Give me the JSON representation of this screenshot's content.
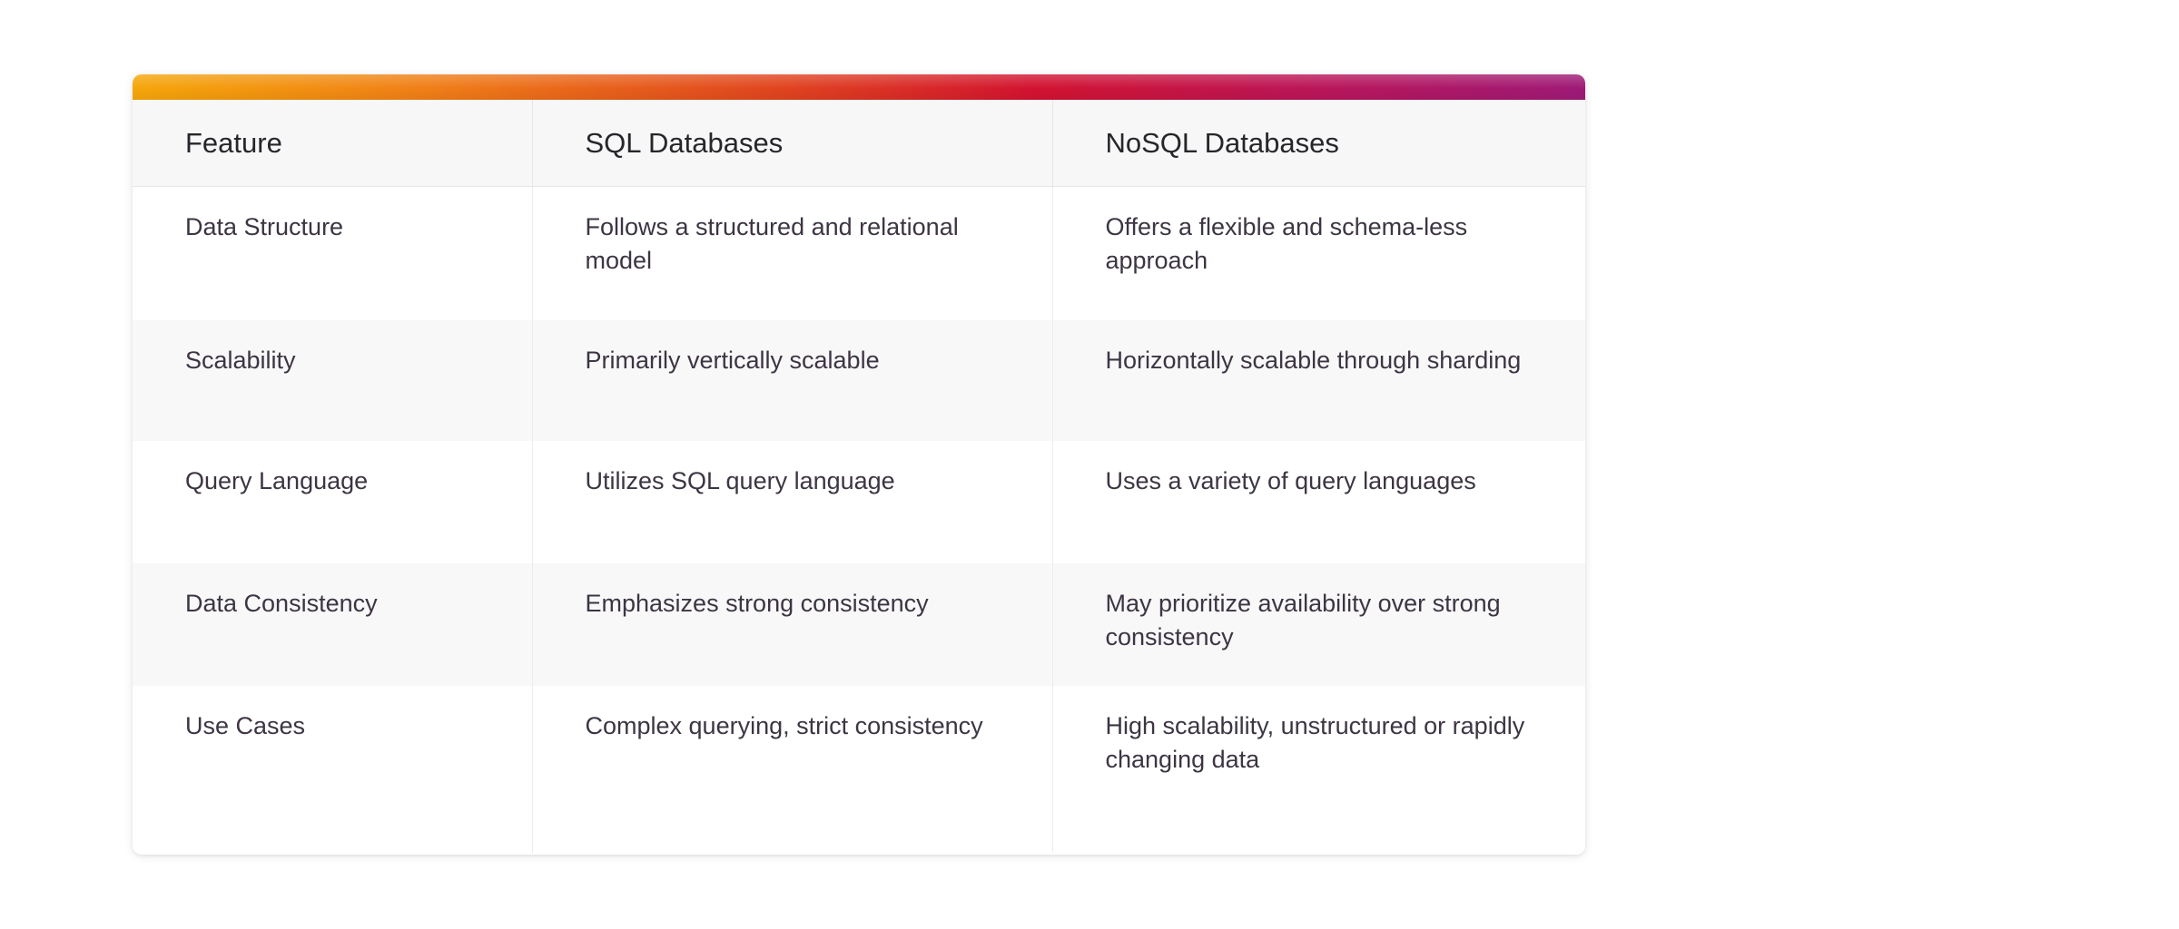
{
  "card": {
    "accent_gradient": {
      "stops": [
        "#f5a60a",
        "#f07f17",
        "#e0431f",
        "#d21330",
        "#b9165a",
        "#9e1a77"
      ],
      "direction": "left-to-right"
    },
    "background": "#ffffff",
    "header_background": "#f7f7f8",
    "alt_row_background": "#f8f8f9",
    "border_color": "#e6e6e9",
    "header_text_color": "#26262b",
    "body_text_color": "#3d3543",
    "page_background": "#ffffff"
  },
  "table": {
    "columns": [
      {
        "key": "feature",
        "label": "Feature"
      },
      {
        "key": "sql",
        "label": "SQL Databases"
      },
      {
        "key": "nosql",
        "label": "NoSQL Databases"
      }
    ],
    "rows": [
      {
        "feature": "Data Structure",
        "sql": "Follows a structured and relational model",
        "nosql": "Offers a flexible and schema-less approach"
      },
      {
        "feature": "Scalability",
        "sql": "Primarily vertically scalable",
        "nosql": "Horizontally scalable through sharding"
      },
      {
        "feature": "Query Language",
        "sql": "Utilizes SQL query language",
        "nosql": "Uses a variety of query languages"
      },
      {
        "feature": "Data Consistency",
        "sql": "Emphasizes strong consistency",
        "nosql": "May prioritize availability over strong consistency"
      },
      {
        "feature": "Use Cases",
        "sql": "Complex querying, strict consistency",
        "nosql": "High scalability, unstructured or rapidly changing data"
      }
    ]
  }
}
